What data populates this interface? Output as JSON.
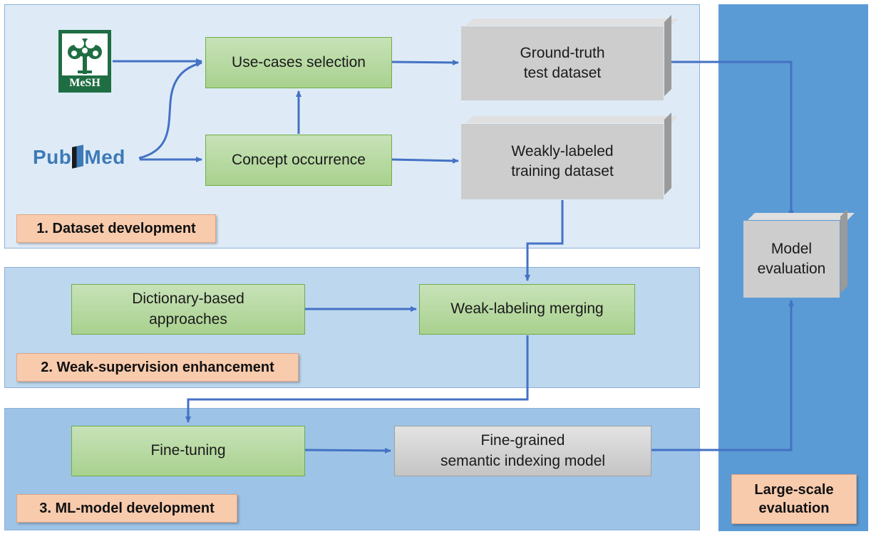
{
  "sections": {
    "dataset_development": "1. Dataset development",
    "weak_supervision": "2. Weak-supervision enhancement",
    "ml_model": "3. ML-model development",
    "large_scale": "Large-scale\nevaluation"
  },
  "logos": {
    "mesh": "MeSH",
    "pubmed_left": "Pub",
    "pubmed_right": "Med"
  },
  "nodes": {
    "use_cases": "Use-cases selection",
    "concept_occurrence": "Concept occurrence",
    "ground_truth": "Ground-truth\ntest dataset",
    "weakly_labeled": "Weakly-labeled\ntraining dataset",
    "dictionary": "Dictionary-based\napproaches",
    "merging": "Weak-labeling merging",
    "fine_tuning": "Fine-tuning",
    "fine_grained": "Fine-grained\nsemantic indexing model",
    "model_eval": "Model\nevaluation"
  },
  "colors": {
    "arrow": "#4472c4",
    "green_box": "#a9d18e",
    "grey_box": "#c9c9c9",
    "section_label": "#f8cbad"
  }
}
